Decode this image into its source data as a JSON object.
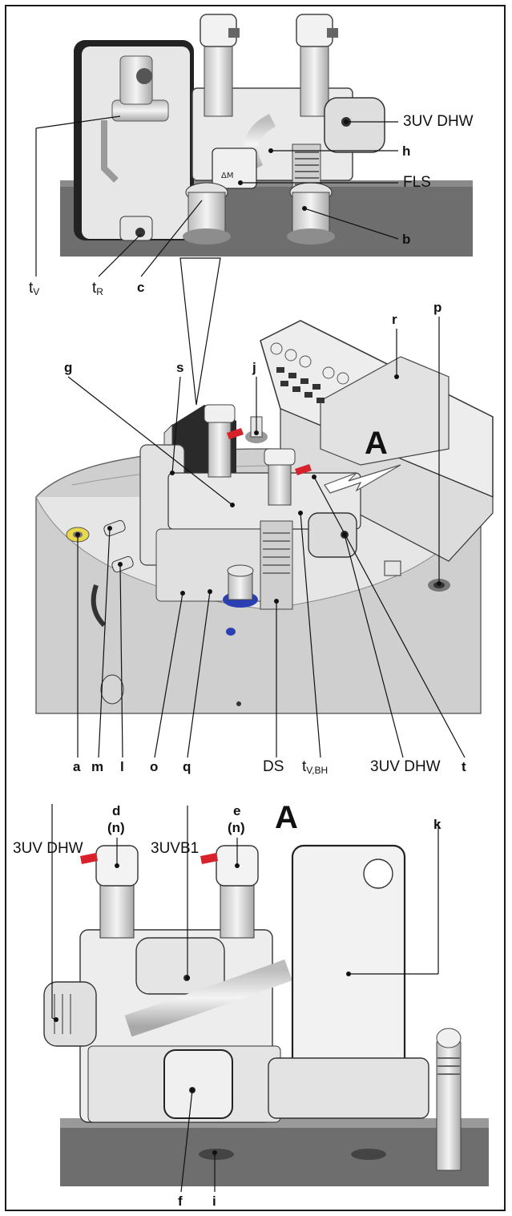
{
  "labels": {
    "top": {
      "valve_dhw": "3UV DHW",
      "h": "h",
      "fls": "FLS",
      "b": "b",
      "tv_main": "t",
      "tv_sub": "V",
      "tr_main": "t",
      "tr_sub": "R",
      "c": "c"
    },
    "middle": {
      "r": "r",
      "p": "p",
      "g": "g",
      "s": "s",
      "j": "j",
      "view_marker": "A",
      "a": "a",
      "m": "m",
      "l": "l",
      "o": "o",
      "q": "q",
      "ds": "DS",
      "tvbh_main": "t",
      "tvbh_sub": "V,BH",
      "valve_dhw": "3UV DHW",
      "t": "t"
    },
    "bottom": {
      "view_title": "A",
      "d": "d",
      "d_n": "(n)",
      "e": "e",
      "e_n": "(n)",
      "valve_dhw": "3UV DHW",
      "valve_b1": "3UVB1",
      "k": "k",
      "f": "f",
      "i": "i"
    }
  },
  "colors": {
    "frame": "#1a1a1a",
    "gray_dark": "#6e6e6e",
    "gray_mid": "#bdbdbd",
    "gray_light": "#e4e4e4",
    "red_handle": "#d8222b",
    "blue_ring": "#2b3fb5",
    "yellow_ring": "#e8d84a"
  }
}
